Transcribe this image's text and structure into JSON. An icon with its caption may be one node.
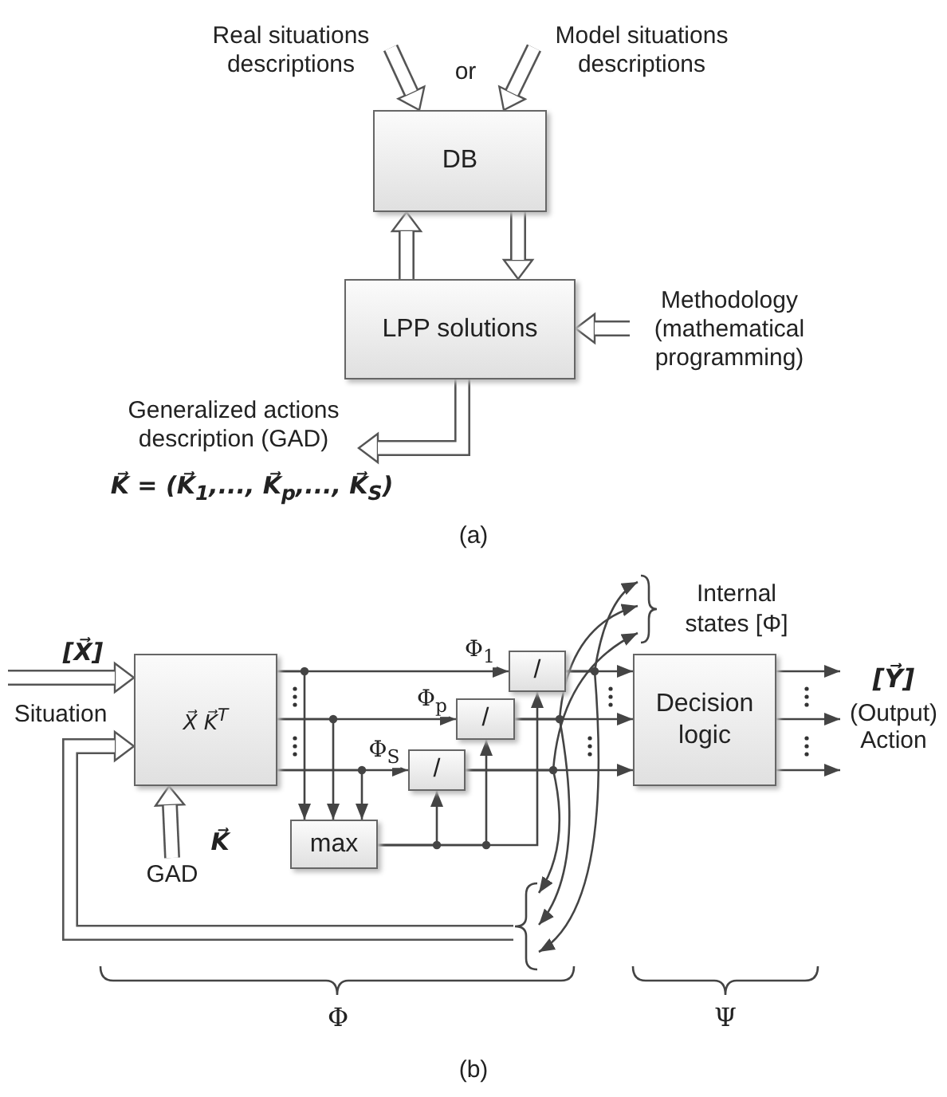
{
  "diagram": {
    "nodes": [
      {
        "text": [
          "Real situations descriptions"
        ]
      },
      {
        "text": [
          "Model situations descriptions"
        ]
      },
      {
        "text": [
          "DB"
        ]
      },
      {
        "text": [
          "LPP solutions"
        ]
      },
      {
        "text": [
          "Methodology (mathematical programming)"
        ]
      },
      {
        "text": [
          "Generalized actions description (GAD)"
        ]
      },
      {
        "text": [
          "X⃗ K⃗$^{T}$"
        ]
      },
      {
        "text": [
          "GAD"
        ]
      },
      {
        "text": [
          "max"
        ]
      },
      {
        "text": [
          "/"
        ]
      },
      {
        "text": [
          "/"
        ]
      },
      {
        "text": [
          "/"
        ]
      },
      {
        "text": [
          "Decision logic"
        ]
      },
      {
        "text": [
          "Internal states [Φ]"
        ]
      },
      {
        "text": [],
        "shape": "brace"
      },
      {
        "text": [
          "[Y⃗]",
          "(Output)",
          "Action"
        ]
      }
    ],
    "edges": [
      {
        "from": 0,
        "to": 2,
        "arrow": "to",
        "style": "thick"
      },
      {
        "from": 1,
        "to": 2,
        "arrow": "to",
        "style": "thick"
      },
      {
        "from": 3,
        "to": 2,
        "arrow": "to",
        "style": "thick"
      },
      {
        "from": 2,
        "to": 3,
        "arrow": "to",
        "style": "thick"
      },
      {
        "from": 4,
        "to": 3,
        "arrow": "to",
        "style": "thick"
      },
      {
        "from": 3,
        "to": 5,
        "arrow": "to",
        "style": "thick"
      },
      {
        "from": null,
        "to": 6,
        "arrow": "to",
        "style": "thick"
      },
      {
        "from": 7,
        "to": 6,
        "arrow": "to",
        "style": "thick"
      },
      {
        "from": 14,
        "to": 6,
        "arrow": "to",
        "style": "thick"
      },
      {
        "from": 6,
        "to": 9,
        "arrow": "to",
        "label": "Φ$_{1}$"
      },
      {
        "from": 6,
        "to": 10,
        "arrow": "to",
        "label": "Φ$_{p}$"
      },
      {
        "from": 6,
        "to": 11,
        "arrow": "to",
        "label": "Φ$_{S}$"
      },
      {
        "from": 6,
        "to": 8,
        "arrow": "to"
      },
      {
        "from": 6,
        "to": 8,
        "arrow": "to"
      },
      {
        "from": 6,
        "to": 8,
        "arrow": "to"
      },
      {
        "from": 8,
        "to": 11,
        "arrow": "to"
      },
      {
        "from": 8,
        "to": 10,
        "arrow": "to"
      },
      {
        "from": 8,
        "to": 9,
        "arrow": "to"
      },
      {
        "from": 9,
        "to": 12,
        "arrow": "to"
      },
      {
        "from": 10,
        "to": 12,
        "arrow": "to"
      },
      {
        "from": 11,
        "to": 12,
        "arrow": "to"
      },
      {
        "from": 12,
        "to": 15,
        "arrow": "to"
      },
      {
        "from": 12,
        "to": 15,
        "arrow": "to"
      },
      {
        "from": 12,
        "to": 15,
        "arrow": "to"
      },
      {
        "from": 9,
        "to": 13,
        "arrow": "to"
      },
      {
        "from": 10,
        "to": 13,
        "arrow": "to"
      },
      {
        "from": 11,
        "to": 13,
        "arrow": "to"
      },
      {
        "from": 9,
        "to": 14,
        "arrow": "to"
      },
      {
        "from": 10,
        "to": 14,
        "arrow": "to"
      },
      {
        "from": 11,
        "to": 14,
        "arrow": "to"
      }
    ],
    "labels": [
      "or",
      "K⃗ = (K⃗$_{1}$,..., K⃗$_{p}$,..., K⃗$_{S}$)",
      "(a)",
      "[X⃗]",
      "Situation",
      "K⃗",
      "Φ",
      "Ψ",
      "(b)"
    ]
  }
}
